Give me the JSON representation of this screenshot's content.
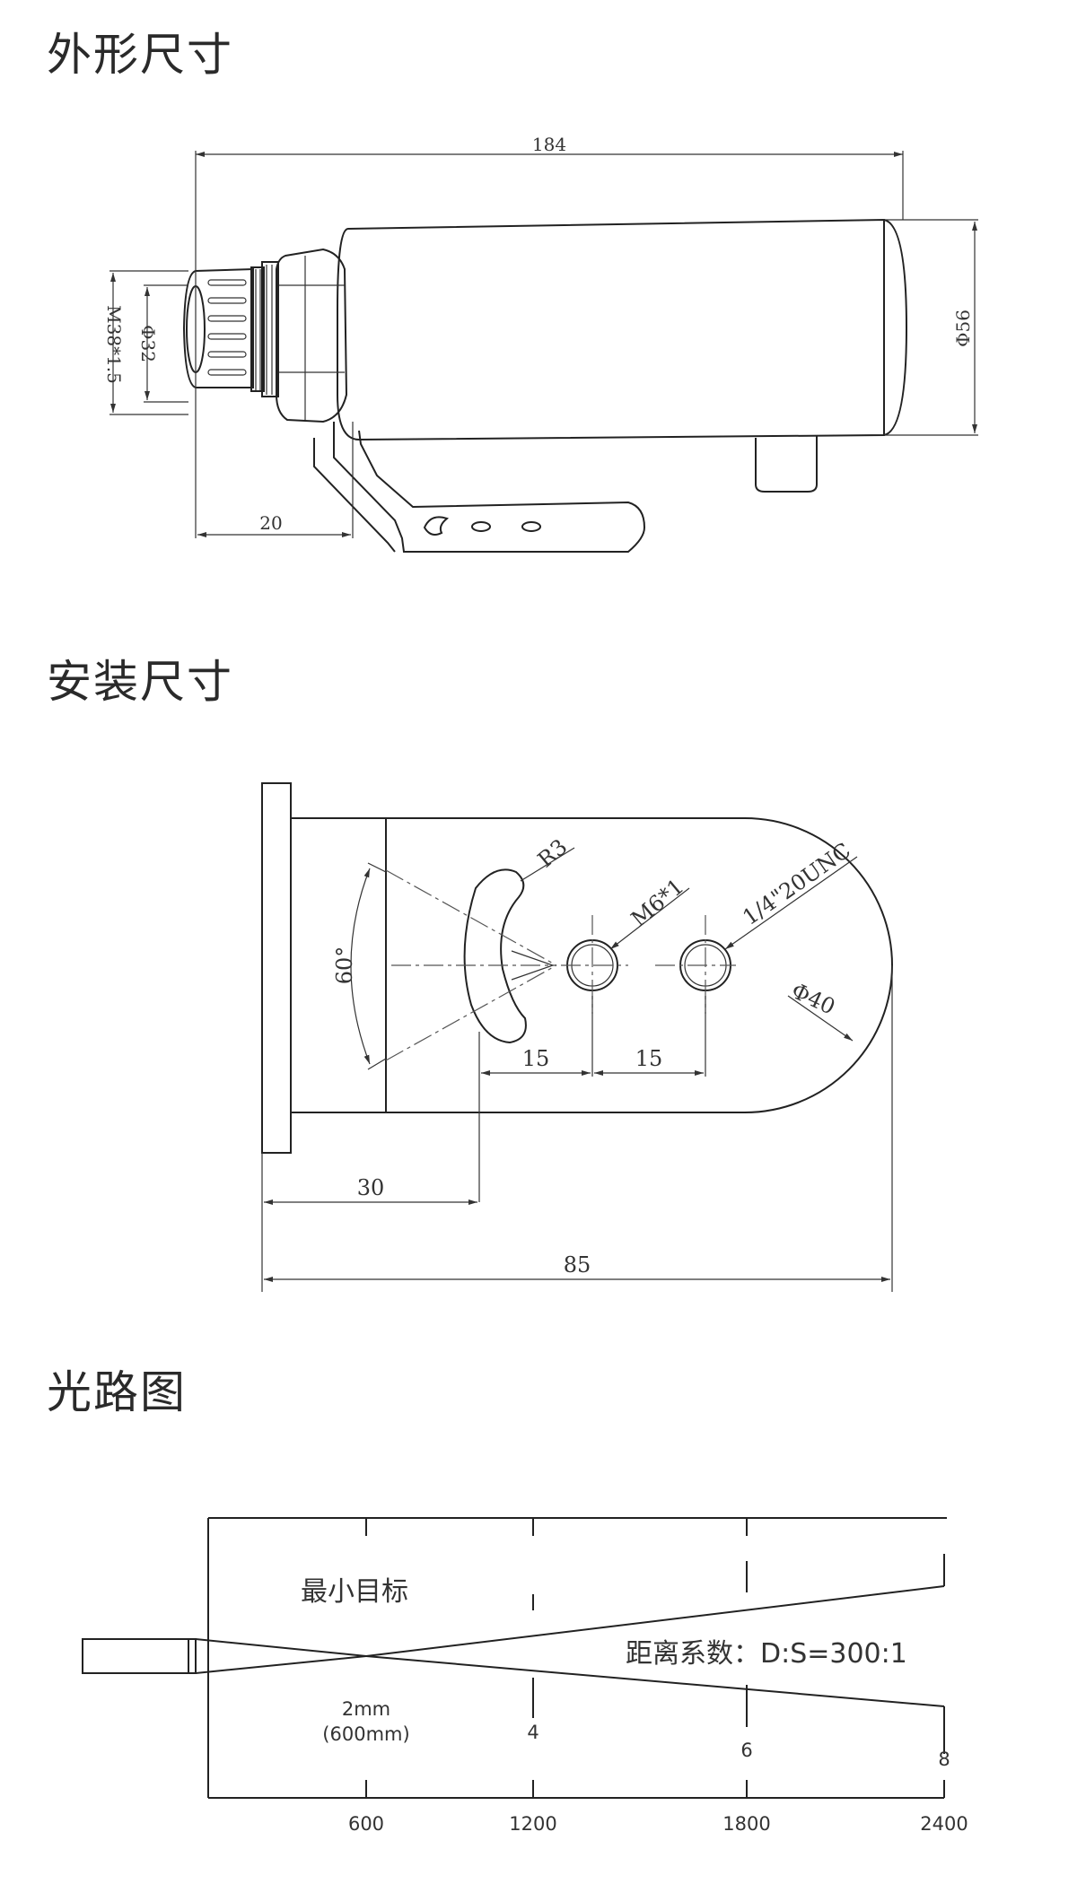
{
  "sections": {
    "outline": "外形尺寸",
    "mounting": "安装尺寸",
    "optical": "光路图"
  },
  "outline_dims": {
    "length": "184",
    "diameter": "Φ56",
    "thread": "M38*1.5",
    "inner_diameter": "Φ32",
    "offset": "20"
  },
  "mount_dims": {
    "radius": "R3",
    "angle": "60°",
    "screw": "M6*1",
    "tripod": "1/4\"20UNC",
    "diameter": "Φ40",
    "spacing1": "15",
    "spacing2": "15",
    "offset": "30",
    "total": "85"
  },
  "optical": {
    "min_target_label": "最小目标",
    "ratio_label": "距离系数：D:S=300:1",
    "min_spot": "2mm",
    "min_spot_distance": "(600mm)",
    "spot_labels": [
      "4",
      "6",
      "8"
    ],
    "x_ticks": [
      "600",
      "1200",
      "1800",
      "2400"
    ]
  }
}
